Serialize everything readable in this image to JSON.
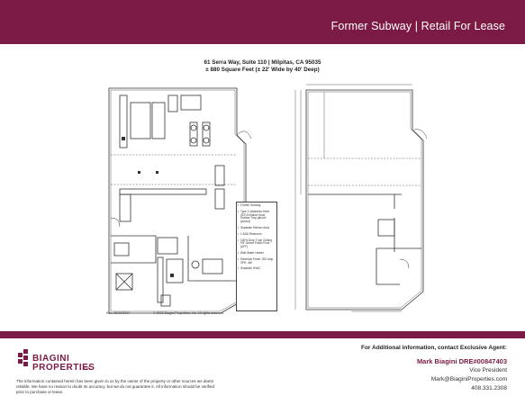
{
  "header": {
    "title": "Former Subway | Retail For Lease"
  },
  "sheet": {
    "title_line1": "61 Serra Way, Suite 110 | Milpitas, CA 95035",
    "title_line2": "± 880 Square Feet (± 22' Wide by 40' Deep)"
  },
  "legend": {
    "items": [
      "Former Subway",
      "Type 1 (stainless Steel (SS) Exhaust Hood Grease Trap (above ground)",
      "Separate Kitchen Area",
      "1 ADA Restroom",
      "100% Drop T-bar Ceiling 9'5\" Above Finish Floor (AFF)",
      "Wall Water Heater",
      "Electrical Panel: 200 Amp, 3PH, 4W",
      "Separate HVAC"
    ]
  },
  "captions": {
    "rev": "Rev. 06/30/2004",
    "copyright": "© 2020 Biagini Properties, Inc.  All rights reserved."
  },
  "brand": {
    "name_line1": "BIAGINI",
    "name_line2": "PROPERTIES",
    "suffix": "INC",
    "color": "#7b1a45"
  },
  "disclaimer": "The information contained herein has been given to us by the owner of the property or other sources we deem reliable. We have no reason to doubt its accuracy, but we do not guarantee it. All information should be verified prior to purchase or lease.",
  "contact": {
    "heading": "For Additional information, contact Exclusive Agent:",
    "name": "Mark Biagini DRE#00847403",
    "role": "Vice President",
    "email": "Mark@BiaginiProperties.com",
    "phone": "408.331.2308"
  }
}
